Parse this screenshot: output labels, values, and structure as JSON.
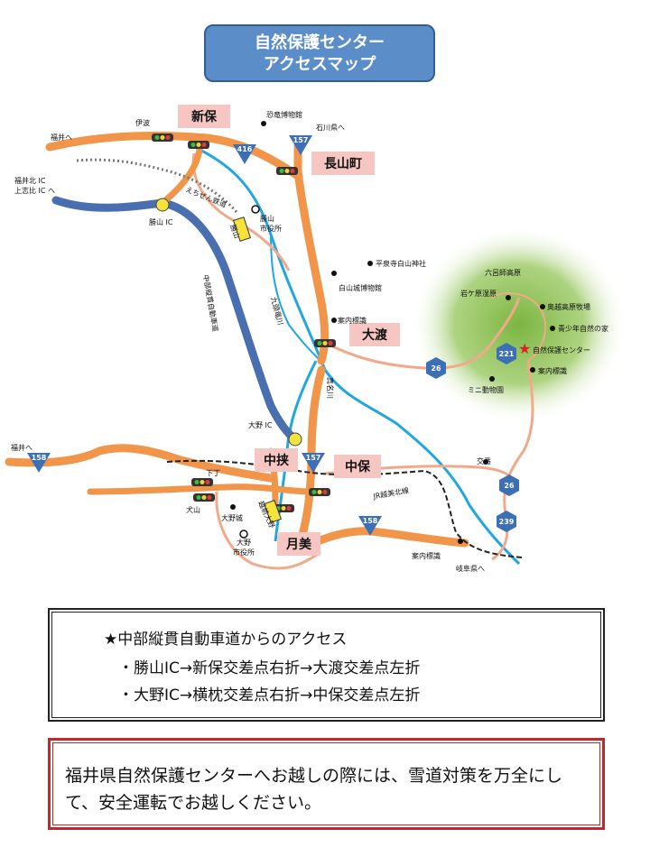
{
  "title": {
    "line1": "自然保護センター",
    "line2": "アクセスマップ"
  },
  "map": {
    "place_boxes": [
      "新保",
      "長山町",
      "大渡",
      "中挟",
      "中保",
      "月美"
    ],
    "labels": {
      "ibo": "伊波",
      "fukui_he_top": "福井へ",
      "fukui_north_ic": "福井北 IC",
      "kamishihi_ic": "上志比 IC へ",
      "dinosaur_museum": "恐竜博物館",
      "ishikawa_he": "石川県へ",
      "echizen_railway": "えちぜん鉄道",
      "katsuyama_station": "勝山",
      "katsuyama_city_hall": "勝山\n市役所",
      "katsuyama_ic": "勝山 IC",
      "heisenji": "平泉寺白山神社",
      "hakusan_castle": "白山城博物館",
      "annai_top": "案内標識",
      "kuzuryu_river": "九頭竜川",
      "chubu_expressway": "中部縦貫自動車道",
      "magari_river": "真名川",
      "rokuroshi": "六呂師高原",
      "iwagakoshi": "岩ケ原湿原",
      "okuetsu_farm": "奥越高原牧場",
      "youth_house": "青少年自然の家",
      "nature_center": "自然保護センター",
      "annai_right": "案内標識",
      "mini_zoo": "ミニ動物園",
      "ono_ic": "大野 IC",
      "fukui_he_left": "福井へ",
      "shimocho": "下丁",
      "inuyama": "犬山",
      "ono_castle": "大野城",
      "echizen_ono": "越前大野",
      "ono_city_hall": "大野\n市役所",
      "jr_line": "JR越美北線",
      "kouban": "交番",
      "annai_bottom": "案内標識",
      "gifu_he": "岐阜県へ"
    },
    "route_shields": [
      "416",
      "157",
      "26",
      "221",
      "158",
      "157",
      "26",
      "239",
      "158"
    ]
  },
  "access": {
    "heading": "★中部縦貫自動車道からのアクセス",
    "line1": "・勝山IC→新保交差点右折→大渡交差点左折",
    "line2": "・大野IC→横枕交差点右折→中保交差点左折"
  },
  "notice": {
    "text": "福井県自然保護センターへお越しの際には、雪道対策を万全にして、安全運転でお越しください。"
  },
  "colors": {
    "title_bg": "#5b8ec9",
    "national_road": "#f0954a",
    "expressway": "#4a6fb0",
    "river": "#1ea7e0",
    "prefectural_road": "#f2a98a",
    "place_box_bg": "#f5c6c2",
    "notice_border": "#c0282c",
    "highland_green": "#7bb540"
  }
}
